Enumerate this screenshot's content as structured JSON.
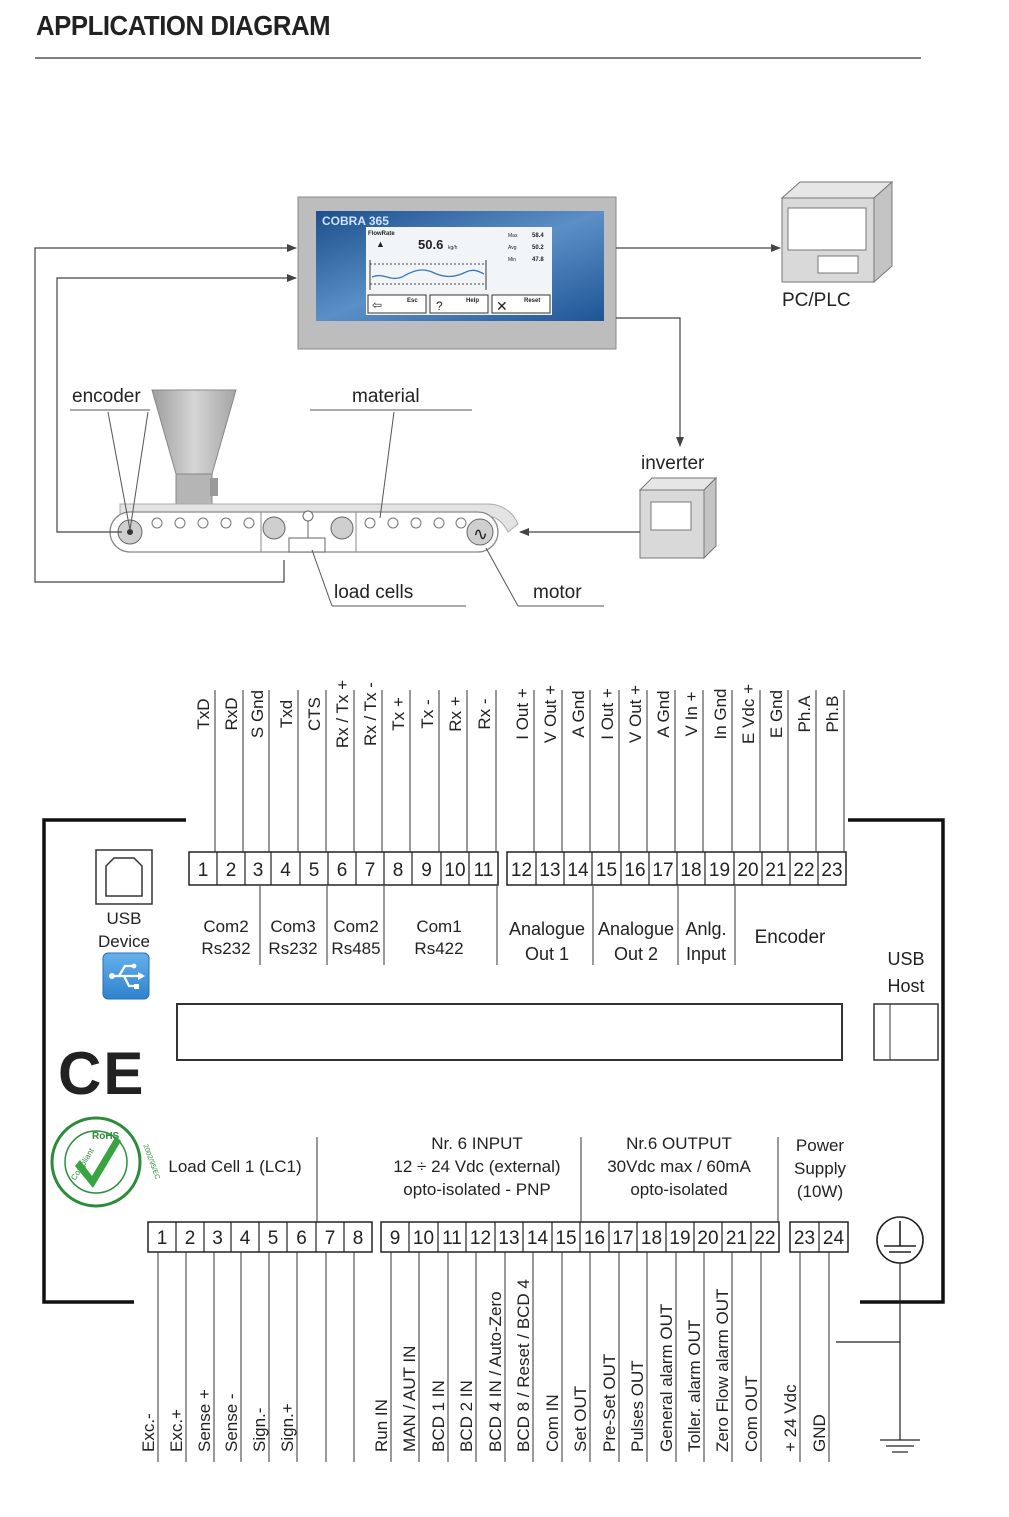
{
  "title": "APPLICATION DIAGRAM",
  "top": {
    "device_brand": "COBRA 365",
    "screen": {
      "label": "FlowRate",
      "value": "50.6",
      "unit": "kg/h",
      "stats": [
        {
          "k": "Max",
          "v": "58.4"
        },
        {
          "k": "Avg",
          "v": "50.2"
        },
        {
          "k": "Min",
          "v": "47.8"
        }
      ],
      "buttons": [
        "Esc",
        "Help",
        "Reset"
      ]
    },
    "labels": {
      "pc": "PC/PLC",
      "encoder": "encoder",
      "material": "material",
      "inverter": "inverter",
      "load_cells": "load cells",
      "motor": "motor"
    }
  },
  "top_terminals": {
    "signals": [
      "TxD",
      "RxD",
      "S Gnd",
      "Txd",
      "CTS",
      "Rx / Tx +",
      "Rx / Tx -",
      "Tx +",
      "Tx -",
      "Rx +",
      "Rx -",
      "I Out +",
      "V Out +",
      "A Gnd",
      "I Out +",
      "V Out +",
      "A Gnd",
      "V In +",
      "In Gnd",
      "E Vdc +",
      "E Gnd",
      "Ph.A",
      "Ph.B"
    ],
    "numbers": [
      "1",
      "2",
      "3",
      "4",
      "5",
      "6",
      "7",
      "8",
      "9",
      "10",
      "11",
      "12",
      "13",
      "14",
      "15",
      "16",
      "17",
      "18",
      "19",
      "20",
      "21",
      "22",
      "23"
    ],
    "groups": [
      {
        "l1": "Com2",
        "l2": "Rs232"
      },
      {
        "l1": "Com3",
        "l2": "Rs232"
      },
      {
        "l1": "Com2",
        "l2": "Rs485"
      },
      {
        "l1": "Com1",
        "l2": "Rs422"
      },
      {
        "l1": "Analogue",
        "l2": "Out 1"
      },
      {
        "l1": "Analogue",
        "l2": "Out 2"
      },
      {
        "l1": "Anlg.",
        "l2": "Input"
      },
      {
        "l1": "Encoder",
        "l2": ""
      }
    ]
  },
  "usb_device": {
    "l1": "USB",
    "l2": "Device"
  },
  "usb_host": {
    "l1": "USB",
    "l2": "Host"
  },
  "ce_mark": "CE",
  "rohs": {
    "top": "RoHS",
    "left": "Compliant",
    "right": "2002/95/EC"
  },
  "bottom_terminals": {
    "numbers": [
      "1",
      "2",
      "3",
      "4",
      "5",
      "6",
      "7",
      "8",
      "9",
      "10",
      "11",
      "12",
      "13",
      "14",
      "15",
      "16",
      "17",
      "18",
      "19",
      "20",
      "21",
      "22",
      "23",
      "24"
    ],
    "signals": [
      "Exc.-",
      "Exc.+",
      "Sense +",
      "Sense -",
      "Sign.-",
      "Sign.+",
      "",
      "",
      "Run IN",
      "MAN / AUT IN",
      "BCD 1 IN",
      "BCD 2 IN",
      "BCD 4 IN / Auto-Zero",
      "BCD 8 / Reset / BCD 4",
      "Com IN",
      "Set OUT",
      "Pre-Set OUT",
      "Pulses OUT",
      "General alarm OUT",
      "Toller. alarm OUT",
      "Zero Flow alarm OUT",
      "Com OUT",
      "+ 24 Vdc",
      "GND"
    ],
    "groups": {
      "lc": "Load Cell 1 (LC1)",
      "input": [
        "Nr. 6 INPUT",
        "12 ÷ 24 Vdc (external)",
        "opto-isolated - PNP"
      ],
      "output": [
        "Nr.6 OUTPUT",
        "30Vdc max / 60mA",
        "opto-isolated"
      ],
      "power": [
        "Power",
        "Supply",
        "(10W)"
      ]
    }
  }
}
